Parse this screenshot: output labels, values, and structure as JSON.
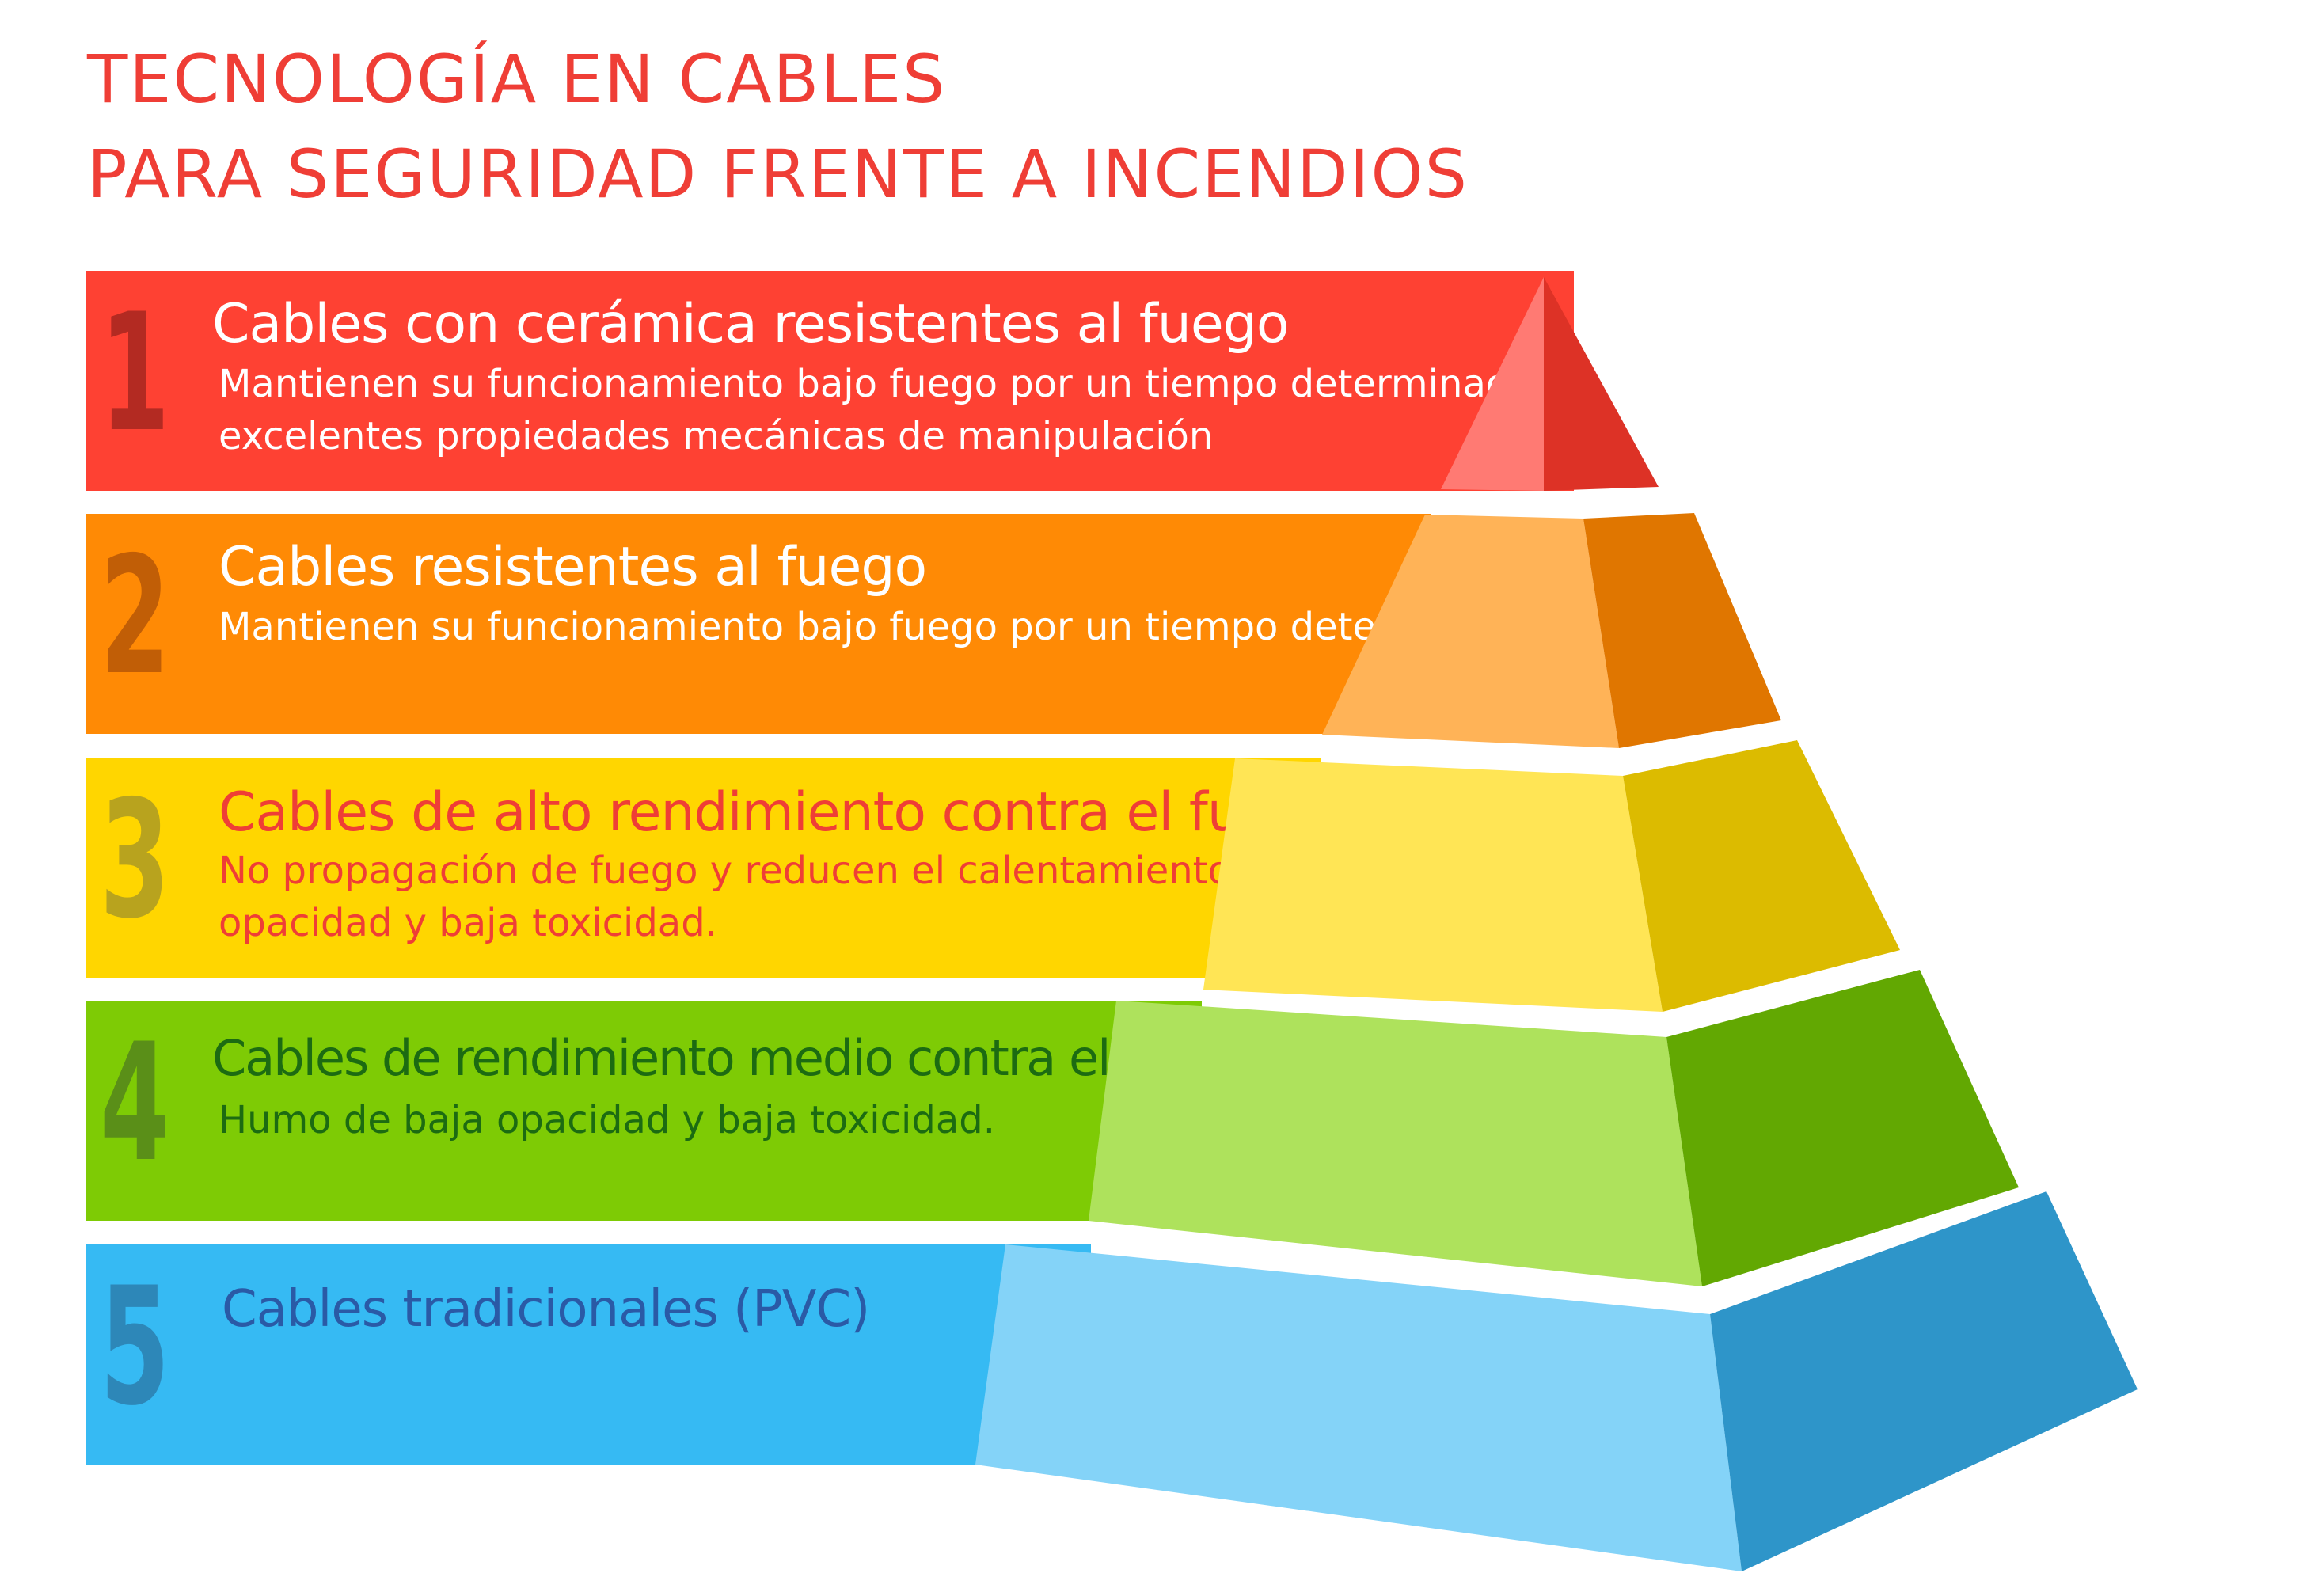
{
  "title": {
    "line1": "TECNOLOGÍA EN CABLES",
    "line2": "PARA SEGURIDAD FRENTE A INCENDIOS"
  },
  "colors": {
    "title": "#ef3e36",
    "white_text": "#ffffff",
    "red_text": "#ef3e36",
    "green_text": "#1c6b12",
    "blue_text": "#2a5aa6"
  },
  "levels": [
    {
      "number": "1",
      "heading": "Cables con cerámica resistentes al fuego",
      "description": "Mantienen su funcionamiento bajo fuego por un tiempo determinado, excelentes propiedades mecánicas de manipulación",
      "band_color": "#fe4133",
      "number_color": "#b32a22",
      "text_color": "#ffffff",
      "front_color": "#ff7a73",
      "side_color": "#dd3226"
    },
    {
      "number": "2",
      "heading": "Cables resistentes al fuego",
      "description": "Mantienen su funcionamiento bajo fuego por un tiempo determinado.",
      "band_color": "#ff8a05",
      "number_color": "#c15e06",
      "text_color": "#ffffff",
      "front_color": "#ffb357",
      "side_color": "#e07600"
    },
    {
      "number": "3",
      "heading": "Cables de alto rendimiento contra el fuego",
      "description": "No propagación de fuego y reducen el calentamiento. Humo de baja opacidad y baja toxicidad.",
      "band_color": "#ffd600",
      "number_color": "#b8a31e",
      "text_color": "#ef3e36",
      "front_color": "#ffe555",
      "side_color": "#dcbb00"
    },
    {
      "number": "4",
      "heading": "Cables de rendimiento medio contra el fuego",
      "description": "Humo de baja opacidad y baja toxicidad.",
      "band_color": "#7ecb05",
      "number_color": "#5a8f18",
      "text_color": "#1c6b12",
      "front_color": "#aee25c",
      "side_color": "#62a802"
    },
    {
      "number": "5",
      "heading": "Cables tradicionales (PVC)",
      "description": "",
      "band_color": "#36baf3",
      "number_color": "#2d87b8",
      "text_color": "#2a5aa6",
      "front_color": "#84d3f8",
      "side_color": "#2e95c9"
    }
  ]
}
